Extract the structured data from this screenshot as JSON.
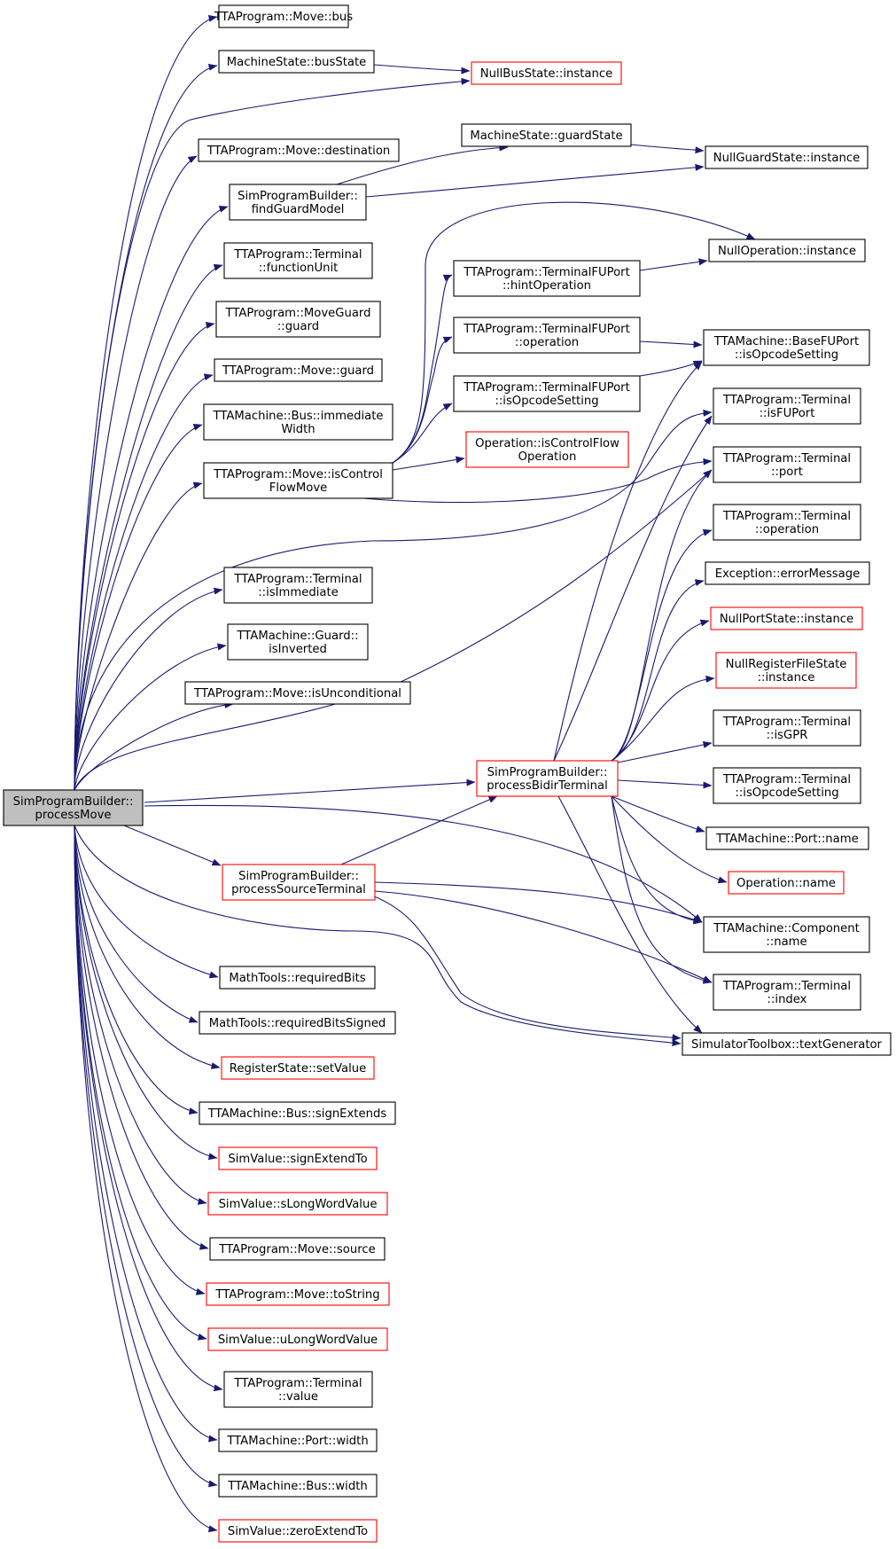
{
  "colors": {
    "edge": "#191970",
    "node_border": "#000000",
    "node_border_incomplete": "#ff0000",
    "root_fill": "#bfbfbf",
    "node_fill": "#ffffff"
  },
  "graph": {
    "root": "root",
    "nodes": [
      {
        "id": "root",
        "lines": [
          "SimProgramBuilder::",
          "processMove"
        ],
        "style": "root"
      },
      {
        "id": "move_bus",
        "lines": [
          "TTAProgram::Move::bus"
        ],
        "style": "normal"
      },
      {
        "id": "busstate",
        "lines": [
          "MachineState::busState"
        ],
        "style": "normal"
      },
      {
        "id": "nullbus",
        "lines": [
          "NullBusState::instance"
        ],
        "style": "red"
      },
      {
        "id": "destination",
        "lines": [
          "TTAProgram::Move::destination"
        ],
        "style": "normal"
      },
      {
        "id": "guardstate",
        "lines": [
          "MachineState::guardState"
        ],
        "style": "normal"
      },
      {
        "id": "nullguard",
        "lines": [
          "NullGuardState::instance"
        ],
        "style": "normal"
      },
      {
        "id": "findguard",
        "lines": [
          "SimProgramBuilder::",
          "findGuardModel"
        ],
        "style": "normal"
      },
      {
        "id": "nullop",
        "lines": [
          "NullOperation::instance"
        ],
        "style": "normal"
      },
      {
        "id": "functionunit",
        "lines": [
          "TTAProgram::Terminal",
          "::functionUnit"
        ],
        "style": "normal"
      },
      {
        "id": "hintop",
        "lines": [
          "TTAProgram::TerminalFUPort",
          "::hintOperation"
        ],
        "style": "normal"
      },
      {
        "id": "moveguard",
        "lines": [
          "TTAProgram::MoveGuard",
          "::guard"
        ],
        "style": "normal"
      },
      {
        "id": "tfuop",
        "lines": [
          "TTAProgram::TerminalFUPort",
          "::operation"
        ],
        "style": "normal"
      },
      {
        "id": "baseop",
        "lines": [
          "TTAMachine::BaseFUPort",
          "::isOpcodeSetting"
        ],
        "style": "normal"
      },
      {
        "id": "move_guard",
        "lines": [
          "TTAProgram::Move::guard"
        ],
        "style": "normal"
      },
      {
        "id": "tfuopcode",
        "lines": [
          "TTAProgram::TerminalFUPort",
          "::isOpcodeSetting"
        ],
        "style": "normal"
      },
      {
        "id": "isfuport",
        "lines": [
          "TTAProgram::Terminal",
          "::isFUPort"
        ],
        "style": "normal"
      },
      {
        "id": "immwidth",
        "lines": [
          "TTAMachine::Bus::immediate",
          "Width"
        ],
        "style": "normal"
      },
      {
        "id": "opcf",
        "lines": [
          "Operation::isControlFlow",
          "Operation"
        ],
        "style": "red"
      },
      {
        "id": "iscf",
        "lines": [
          "TTAProgram::Move::isControl",
          "FlowMove"
        ],
        "style": "normal"
      },
      {
        "id": "tport",
        "lines": [
          "TTAProgram::Terminal",
          "::port"
        ],
        "style": "normal"
      },
      {
        "id": "toperation",
        "lines": [
          "TTAProgram::Terminal",
          "::operation"
        ],
        "style": "normal"
      },
      {
        "id": "errmsg",
        "lines": [
          "Exception::errorMessage"
        ],
        "style": "normal"
      },
      {
        "id": "isimm",
        "lines": [
          "TTAProgram::Terminal",
          "::isImmediate"
        ],
        "style": "normal"
      },
      {
        "id": "nullport",
        "lines": [
          "NullPortState::instance"
        ],
        "style": "red"
      },
      {
        "id": "isinv",
        "lines": [
          "TTAMachine::Guard::",
          "isInverted"
        ],
        "style": "normal"
      },
      {
        "id": "nullrf",
        "lines": [
          "NullRegisterFileState",
          "::instance"
        ],
        "style": "red"
      },
      {
        "id": "isuncond",
        "lines": [
          "TTAProgram::Move::isUnconditional"
        ],
        "style": "normal"
      },
      {
        "id": "isgpr",
        "lines": [
          "TTAProgram::Terminal",
          "::isGPR"
        ],
        "style": "normal"
      },
      {
        "id": "bidir",
        "lines": [
          "SimProgramBuilder::",
          "processBidirTerminal"
        ],
        "style": "red"
      },
      {
        "id": "topcode",
        "lines": [
          "TTAProgram::Terminal",
          "::isOpcodeSetting"
        ],
        "style": "normal"
      },
      {
        "id": "portname",
        "lines": [
          "TTAMachine::Port::name"
        ],
        "style": "normal"
      },
      {
        "id": "srcterm",
        "lines": [
          "SimProgramBuilder::",
          "processSourceTerminal"
        ],
        "style": "red"
      },
      {
        "id": "opname",
        "lines": [
          "Operation::name"
        ],
        "style": "red"
      },
      {
        "id": "compname",
        "lines": [
          "TTAMachine::Component",
          "::name"
        ],
        "style": "normal"
      },
      {
        "id": "reqbits",
        "lines": [
          "MathTools::requiredBits"
        ],
        "style": "normal"
      },
      {
        "id": "tindex",
        "lines": [
          "TTAProgram::Terminal",
          "::index"
        ],
        "style": "normal"
      },
      {
        "id": "reqbitss",
        "lines": [
          "MathTools::requiredBitsSigned"
        ],
        "style": "normal"
      },
      {
        "id": "textgen",
        "lines": [
          "SimulatorToolbox::textGenerator"
        ],
        "style": "normal"
      },
      {
        "id": "setvalue",
        "lines": [
          "RegisterState::setValue"
        ],
        "style": "red"
      },
      {
        "id": "signext",
        "lines": [
          "TTAMachine::Bus::signExtends"
        ],
        "style": "normal"
      },
      {
        "id": "signextto",
        "lines": [
          "SimValue::signExtendTo"
        ],
        "style": "red"
      },
      {
        "id": "slong",
        "lines": [
          "SimValue::sLongWordValue"
        ],
        "style": "red"
      },
      {
        "id": "movesource",
        "lines": [
          "TTAProgram::Move::source"
        ],
        "style": "normal"
      },
      {
        "id": "tostring",
        "lines": [
          "TTAProgram::Move::toString"
        ],
        "style": "red"
      },
      {
        "id": "ulong",
        "lines": [
          "SimValue::uLongWordValue"
        ],
        "style": "red"
      },
      {
        "id": "tvalue",
        "lines": [
          "TTAProgram::Terminal",
          "::value"
        ],
        "style": "normal"
      },
      {
        "id": "portwidth",
        "lines": [
          "TTAMachine::Port::width"
        ],
        "style": "normal"
      },
      {
        "id": "buswidth",
        "lines": [
          "TTAMachine::Bus::width"
        ],
        "style": "normal"
      },
      {
        "id": "zeroext",
        "lines": [
          "SimValue::zeroExtendTo"
        ],
        "style": "red"
      }
    ],
    "edges": [
      [
        "root",
        "move_bus"
      ],
      [
        "root",
        "busstate"
      ],
      [
        "root",
        "nullbus"
      ],
      [
        "root",
        "destination"
      ],
      [
        "root",
        "findguard"
      ],
      [
        "root",
        "functionunit"
      ],
      [
        "root",
        "moveguard"
      ],
      [
        "root",
        "move_guard"
      ],
      [
        "root",
        "immwidth"
      ],
      [
        "root",
        "iscf"
      ],
      [
        "root",
        "isfuport"
      ],
      [
        "root",
        "tport"
      ],
      [
        "root",
        "isimm"
      ],
      [
        "root",
        "isinv"
      ],
      [
        "root",
        "isuncond"
      ],
      [
        "root",
        "bidir"
      ],
      [
        "root",
        "compname"
      ],
      [
        "root",
        "srcterm"
      ],
      [
        "root",
        "textgen"
      ],
      [
        "root",
        "reqbits"
      ],
      [
        "root",
        "reqbitss"
      ],
      [
        "root",
        "setvalue"
      ],
      [
        "root",
        "signext"
      ],
      [
        "root",
        "signextto"
      ],
      [
        "root",
        "slong"
      ],
      [
        "root",
        "movesource"
      ],
      [
        "root",
        "tostring"
      ],
      [
        "root",
        "ulong"
      ],
      [
        "root",
        "tvalue"
      ],
      [
        "root",
        "portwidth"
      ],
      [
        "root",
        "buswidth"
      ],
      [
        "root",
        "zeroext"
      ],
      [
        "busstate",
        "nullbus"
      ],
      [
        "findguard",
        "guardstate"
      ],
      [
        "findguard",
        "nullguard"
      ],
      [
        "guardstate",
        "nullguard"
      ],
      [
        "iscf",
        "nullop"
      ],
      [
        "iscf",
        "hintop"
      ],
      [
        "iscf",
        "tfuop"
      ],
      [
        "iscf",
        "tfuopcode"
      ],
      [
        "iscf",
        "opcf"
      ],
      [
        "iscf",
        "tport"
      ],
      [
        "hintop",
        "nullop"
      ],
      [
        "tfuop",
        "baseop"
      ],
      [
        "tfuopcode",
        "baseop"
      ],
      [
        "bidir",
        "baseop"
      ],
      [
        "bidir",
        "isfuport"
      ],
      [
        "bidir",
        "tport"
      ],
      [
        "bidir",
        "toperation"
      ],
      [
        "bidir",
        "errmsg"
      ],
      [
        "bidir",
        "nullport"
      ],
      [
        "bidir",
        "nullrf"
      ],
      [
        "bidir",
        "isgpr"
      ],
      [
        "bidir",
        "topcode"
      ],
      [
        "bidir",
        "portname"
      ],
      [
        "bidir",
        "opname"
      ],
      [
        "bidir",
        "compname"
      ],
      [
        "bidir",
        "tindex"
      ],
      [
        "bidir",
        "textgen"
      ],
      [
        "srcterm",
        "bidir"
      ],
      [
        "srcterm",
        "compname"
      ],
      [
        "srcterm",
        "tindex"
      ],
      [
        "srcterm",
        "textgen"
      ]
    ]
  }
}
